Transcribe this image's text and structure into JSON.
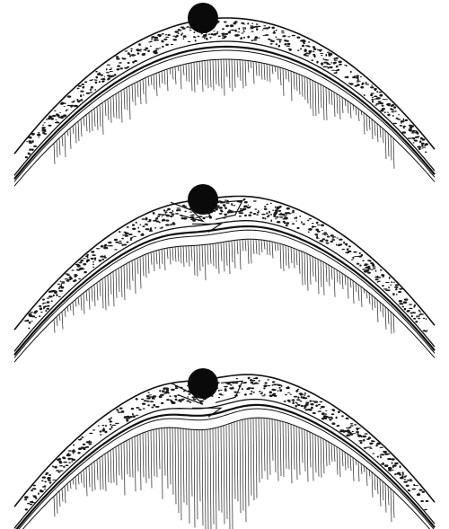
{
  "figure": {
    "background": "#ffffff",
    "ink_color": "#111111",
    "panels": [
      {
        "stage": "intact-skull-contact",
        "depression": 0,
        "fracture": false,
        "hemorrhage": false
      },
      {
        "stage": "depressed-fracture",
        "depression": 0.5,
        "fracture": true,
        "hemorrhage": false
      },
      {
        "stage": "penetrating-fracture-with-hemorrhage",
        "depression": 1.0,
        "fracture": true,
        "hemorrhage": true
      }
    ],
    "bullet_icon": "black-circle"
  }
}
